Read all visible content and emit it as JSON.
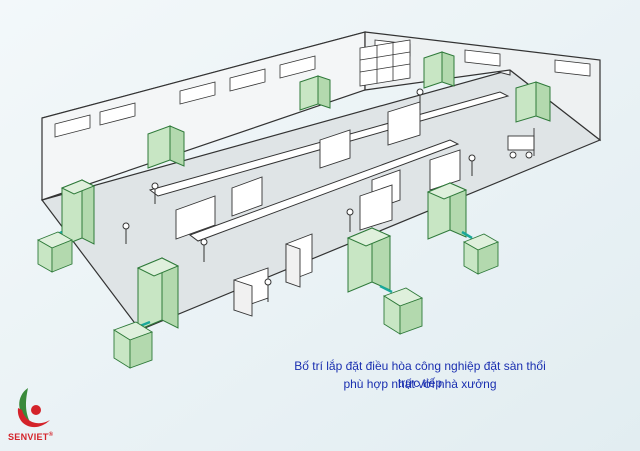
{
  "caption": {
    "line1": "Bố trí lắp đặt điều hòa công nghiệp đặt sàn thổi trực tiếp",
    "line2": "phù hợp nhất với nhà xưởng"
  },
  "brand": {
    "name": "SENVIET",
    "mark": "®",
    "color": "#d4232a",
    "leaf_color": "#3a8a3a"
  },
  "colors": {
    "ac_unit": "#c8e6c4",
    "ac_line": "#2f7a3a",
    "pipe": "#1aa89a",
    "machine": "#ffffff",
    "wall": "#f4f6f7",
    "floor": "#dfe4e6",
    "outline": "#333333"
  }
}
